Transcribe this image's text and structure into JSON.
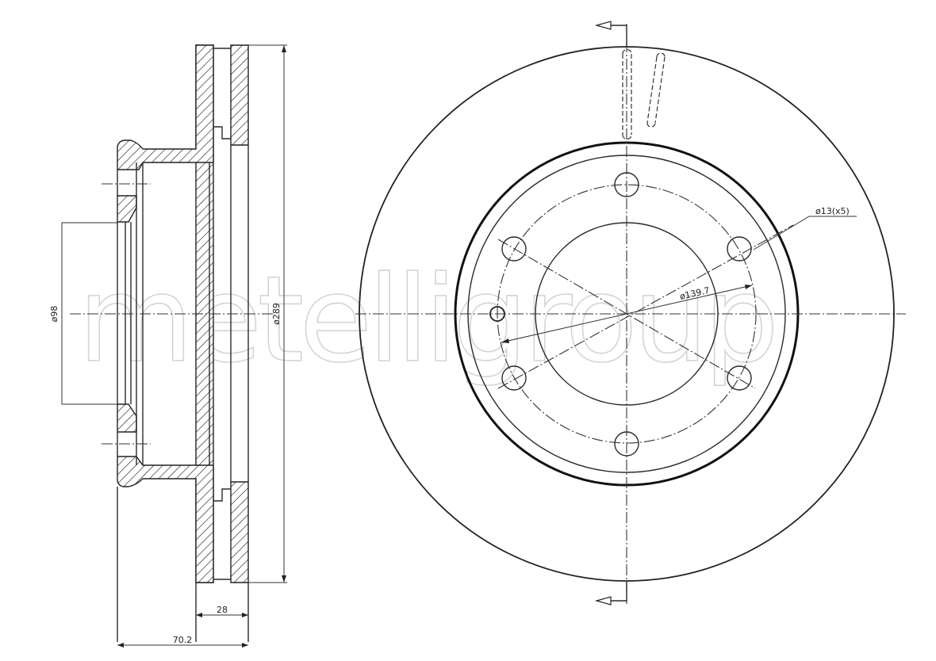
{
  "watermark": {
    "text": "metelligroup"
  },
  "section_view": {
    "title": "cross-section-view",
    "dimensions": {
      "hub_bore": "ø98",
      "outer_diameter": "ø289",
      "disc_thickness": "28",
      "overall_height": "70.2"
    }
  },
  "front_view": {
    "title": "front-view",
    "dimensions": {
      "bolt_holes": "ø13(x5)",
      "bolt_circle": "ø139.7"
    },
    "bolt_hole_count": 5
  },
  "colors": {
    "line": "#2a2a2a",
    "watermark": "#d4d4d4",
    "background": "#ffffff"
  }
}
